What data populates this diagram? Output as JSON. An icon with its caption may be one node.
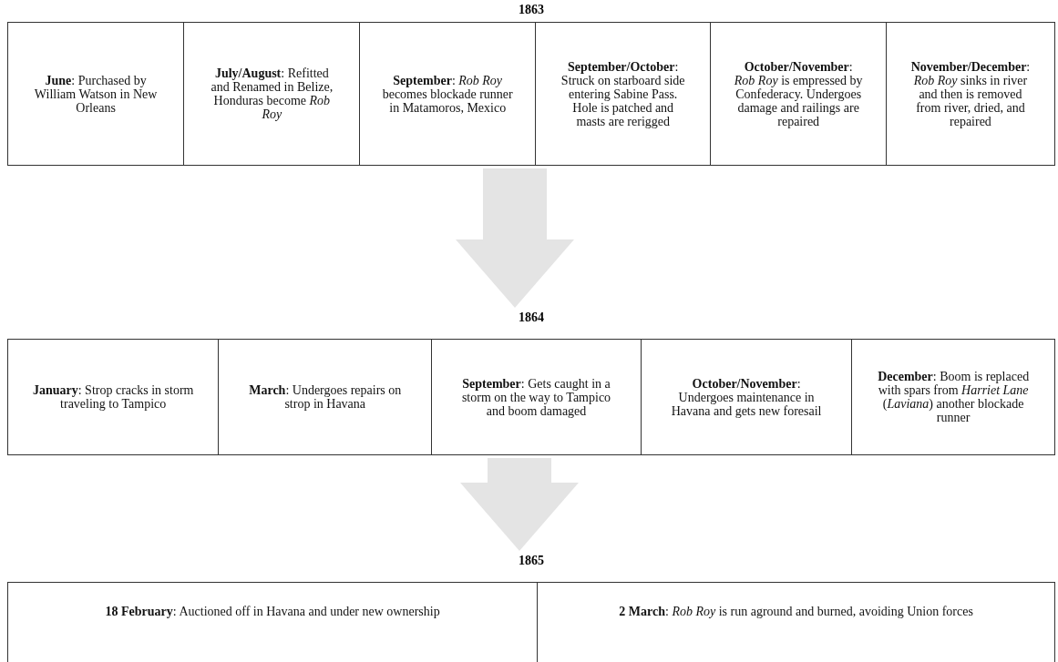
{
  "diagram": {
    "nodes": [
      {
        "text": [
          "1863"
        ]
      },
      {
        "text": [
          "**June**: Purchased by William Watson in New Orleans"
        ],
        "in": 0
      },
      {
        "text": [
          "**July/August**: Refitted and Renamed in Belize, Honduras become *Rob Roy*"
        ],
        "in": 0
      },
      {
        "text": [
          "**September**: *Rob Roy* becomes blockade runner in Matamoros, Mexico"
        ],
        "in": 0
      },
      {
        "text": [
          "**September/October**: Struck on starboard side entering Sabine Pass. Hole is patched and masts are rerigged"
        ],
        "in": 0
      },
      {
        "text": [
          "**October/November**: *Rob Roy* is empressed by Confederacy. Undergoes damage and railings are repaired"
        ],
        "in": 0
      },
      {
        "text": [
          "**November/December**: *Rob Roy* sinks in river and then is removed from river, dried, and repaired"
        ],
        "in": 0
      },
      {
        "text": [
          "1864"
        ]
      },
      {
        "text": [
          "**January**: Strop cracks in storm traveling to Tampico"
        ],
        "in": 7
      },
      {
        "text": [
          "**March**: Undergoes repairs on strop in Havana"
        ],
        "in": 7
      },
      {
        "text": [
          "**September**: Gets caught in a storm on the way to Tampico and boom damaged"
        ],
        "in": 7
      },
      {
        "text": [
          "**October/November**: Undergoes maintenance in Havana and gets new foresail"
        ],
        "in": 7
      },
      {
        "text": [
          "**December**: Boom is replaced with spars from *Harriet Lane* (*Laviana*) another blockade runner"
        ],
        "in": 7
      },
      {
        "text": [
          "1865"
        ]
      },
      {
        "text": [
          "**18 February**: Auctioned off in Havana and under new ownership"
        ],
        "in": 13
      },
      {
        "text": [
          "**2 March**: *Rob Roy* is run aground and burned, avoiding Union forces"
        ],
        "in": 13
      }
    ],
    "edges": [
      {
        "from": 0,
        "to": 7,
        "arrow": "to"
      },
      {
        "from": 7,
        "to": 13,
        "arrow": "to"
      }
    ]
  }
}
